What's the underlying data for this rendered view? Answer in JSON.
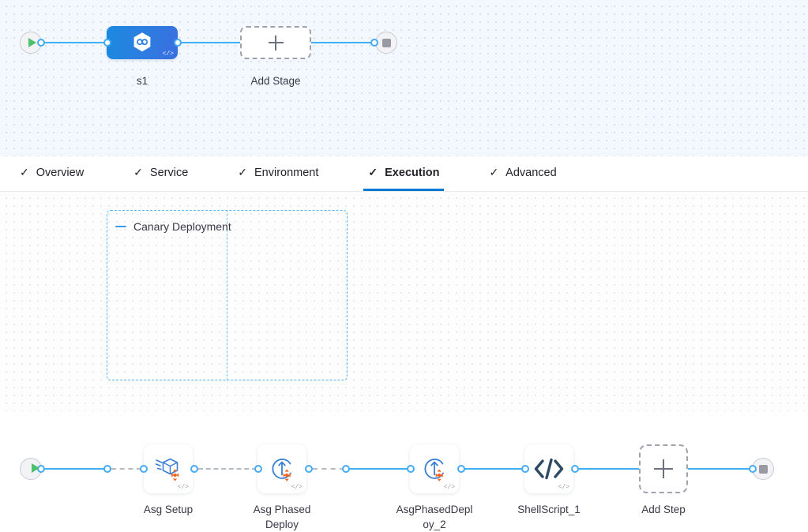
{
  "stages_canvas": {
    "start_node": {
      "icon": "play-icon"
    },
    "end_node": {
      "icon": "stop-icon"
    },
    "stage": {
      "label": "s1",
      "icon": "harness-hexagon-icon",
      "code_badge": "</>"
    },
    "add_stage": {
      "label": "Add Stage",
      "icon": "plus-icon"
    }
  },
  "tabs": [
    {
      "label": "Overview",
      "check": "✓",
      "active": false
    },
    {
      "label": "Service",
      "check": "✓",
      "active": false
    },
    {
      "label": "Environment",
      "check": "✓",
      "active": false
    },
    {
      "label": "Execution",
      "check": "✓",
      "active": true
    },
    {
      "label": "Advanced",
      "check": "✓",
      "active": false
    }
  ],
  "steps_canvas": {
    "start_node": {
      "icon": "play-icon"
    },
    "end_node": {
      "icon": "stop-icon"
    },
    "group": {
      "title": "Canary Deployment",
      "collapse_icon": "minus-icon"
    },
    "steps": [
      {
        "label": "Asg Setup",
        "icon": "asg-setup-package-icon",
        "code_badge": "</>",
        "in_group": true
      },
      {
        "label": "Asg Phased Deploy",
        "icon": "asg-phased-deploy-icon",
        "code_badge": "</>",
        "in_group": true
      },
      {
        "label": "AsgPhasedDeploy_2",
        "icon": "asg-phased-deploy-icon",
        "code_badge": "</>",
        "in_group": false
      },
      {
        "label": "ShellScript_1",
        "icon": "shell-script-code-icon",
        "code_badge": "</>",
        "in_group": false
      }
    ],
    "step_label_lines": {
      "asg_setup": [
        "Asg Setup"
      ],
      "asg_phased_deploy": [
        "Asg Phased",
        "Deploy"
      ],
      "asg_phased_deploy_2": [
        "AsgPhasedDepl",
        "oy_2"
      ],
      "shell_script_1": [
        "ShellScript_1"
      ]
    },
    "add_step": {
      "label": "Add Step",
      "icon": "plus-icon"
    }
  },
  "colors": {
    "accent_blue": "#0278d5",
    "link_blue": "#3fb0f2",
    "group_border": "#54b6ef",
    "stage_gradient_from": "#1b8ae0",
    "stage_gradient_to": "#3a6fe0",
    "start_green": "#4dc16e",
    "stop_gray": "#9a9aa5",
    "orange_accent": "#f26722",
    "icon_blue": "#3b7fd4",
    "canvas_top_bg": "#f2f8fd",
    "canvas_bottom_bg": "#fdfdfe"
  }
}
